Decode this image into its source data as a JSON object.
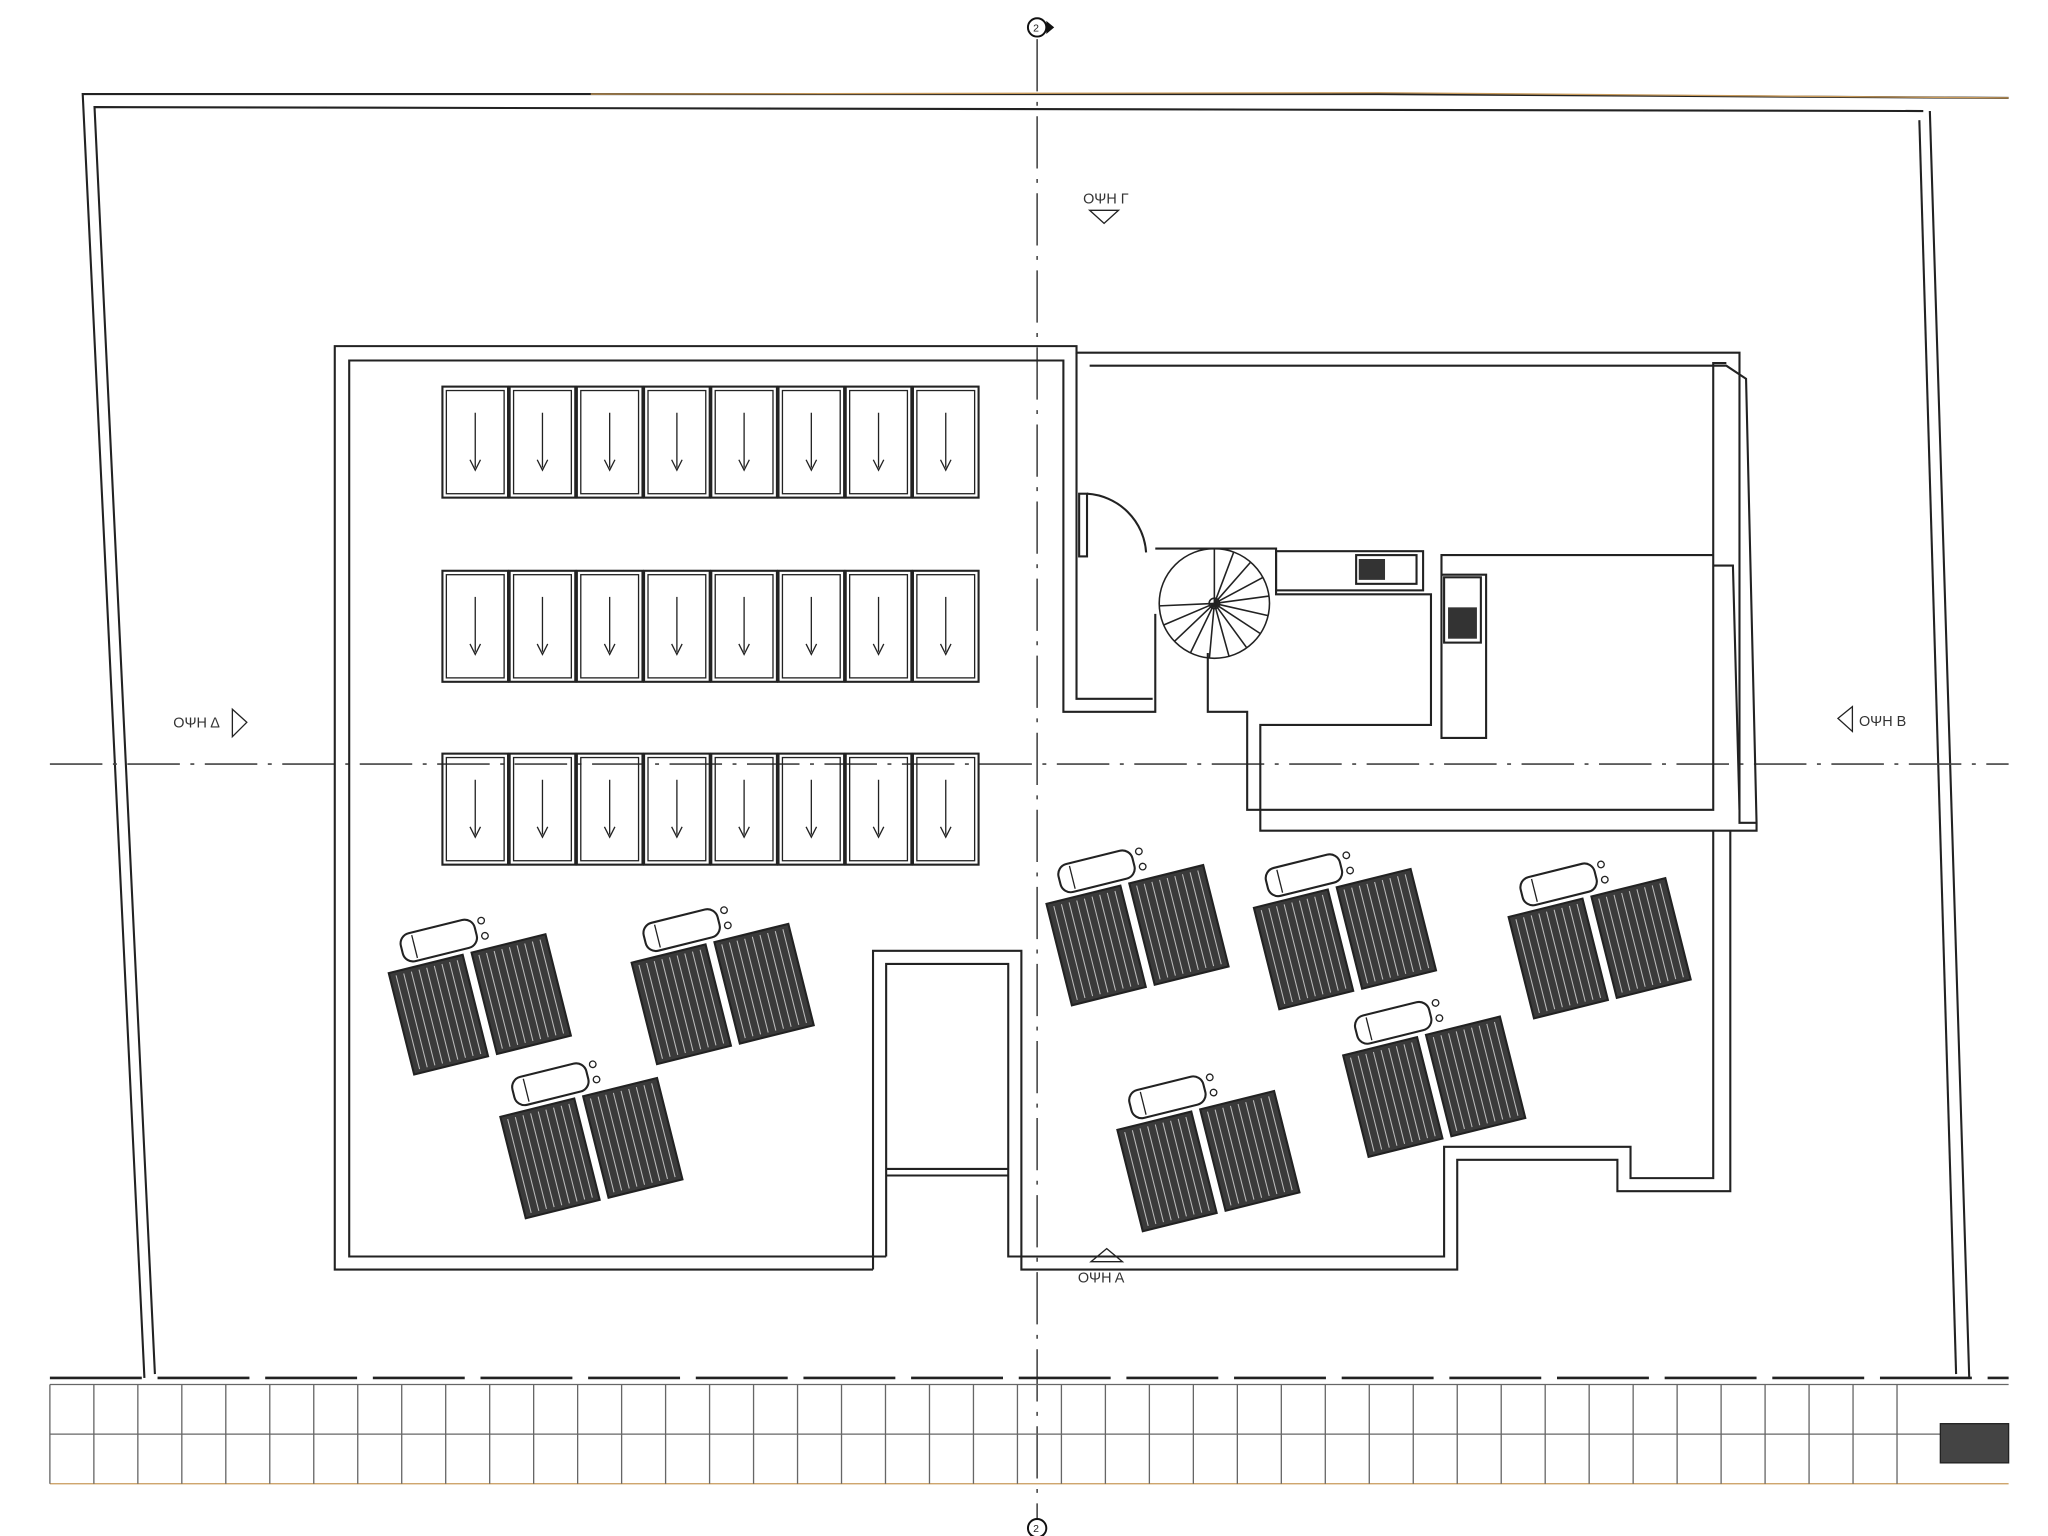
{
  "drawing": {
    "grid_bubble_top": "2",
    "grid_bubble_bottom": "2",
    "elevations": {
      "north": "ΟΨΗ Γ",
      "west": "ΟΨΗ Δ",
      "east": "ΟΨΗ Β",
      "south": "ΟΨΗ Α"
    },
    "pv_panel_rows": 3,
    "pv_panels_per_row": 8,
    "solar_water_heaters": 8,
    "colors": {
      "line": "#222222",
      "property_line": "#c89a5a",
      "hatch": "#3a3a3a"
    }
  }
}
